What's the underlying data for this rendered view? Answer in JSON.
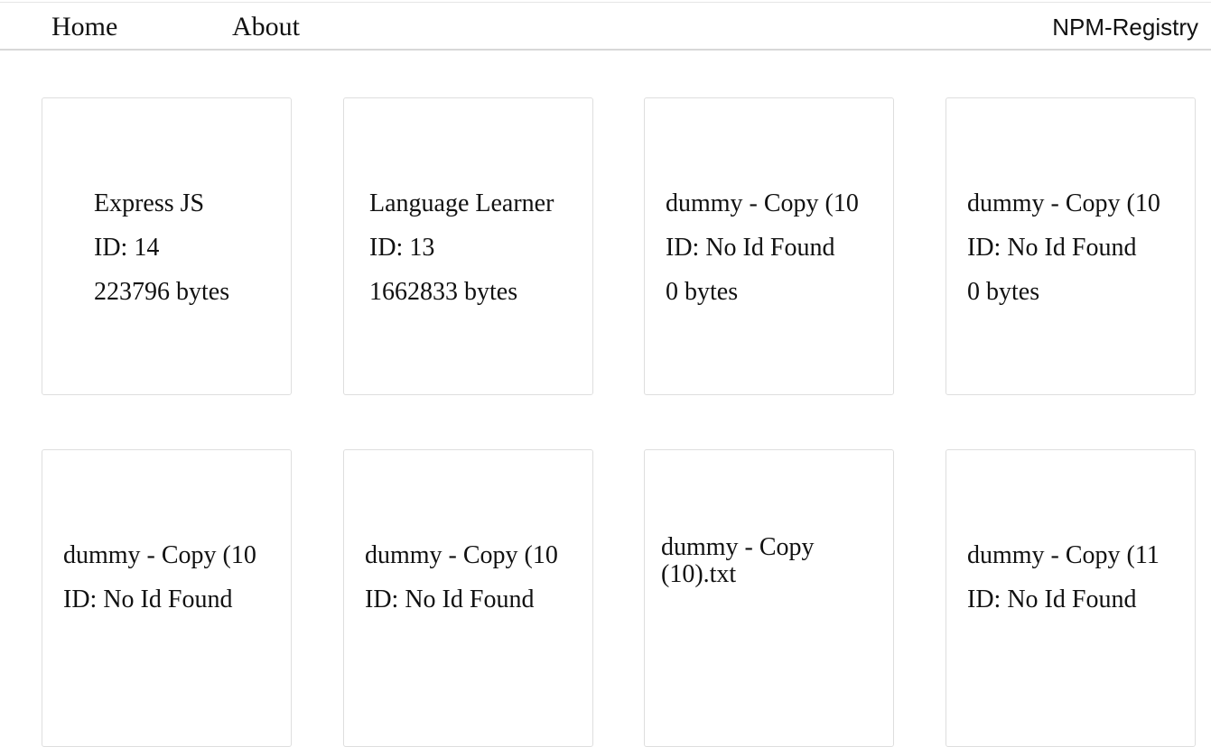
{
  "nav": {
    "home_label": "Home",
    "about_label": "About",
    "brand": "NPM-Registry"
  },
  "cards": [
    {
      "title": "Express JS",
      "id": "ID: 14",
      "size": "223796 bytes"
    },
    {
      "title": "Language Learner",
      "id": "ID: 13",
      "size": "1662833 bytes"
    },
    {
      "title": "dummy - Copy (10",
      "id": "ID: No Id Found",
      "size": "0 bytes"
    },
    {
      "title": "dummy - Copy (10",
      "id": "ID: No Id Found",
      "size": "0 bytes"
    },
    {
      "title": "dummy - Copy (10",
      "id": "ID: No Id Found",
      "size": ""
    },
    {
      "title": "dummy - Copy (10",
      "id": "ID: No Id Found",
      "size": ""
    },
    {
      "title": "dummy - Copy (10).txt",
      "id": "",
      "size": ""
    },
    {
      "title": "dummy - Copy (11",
      "id": "ID: No Id Found",
      "size": ""
    }
  ]
}
